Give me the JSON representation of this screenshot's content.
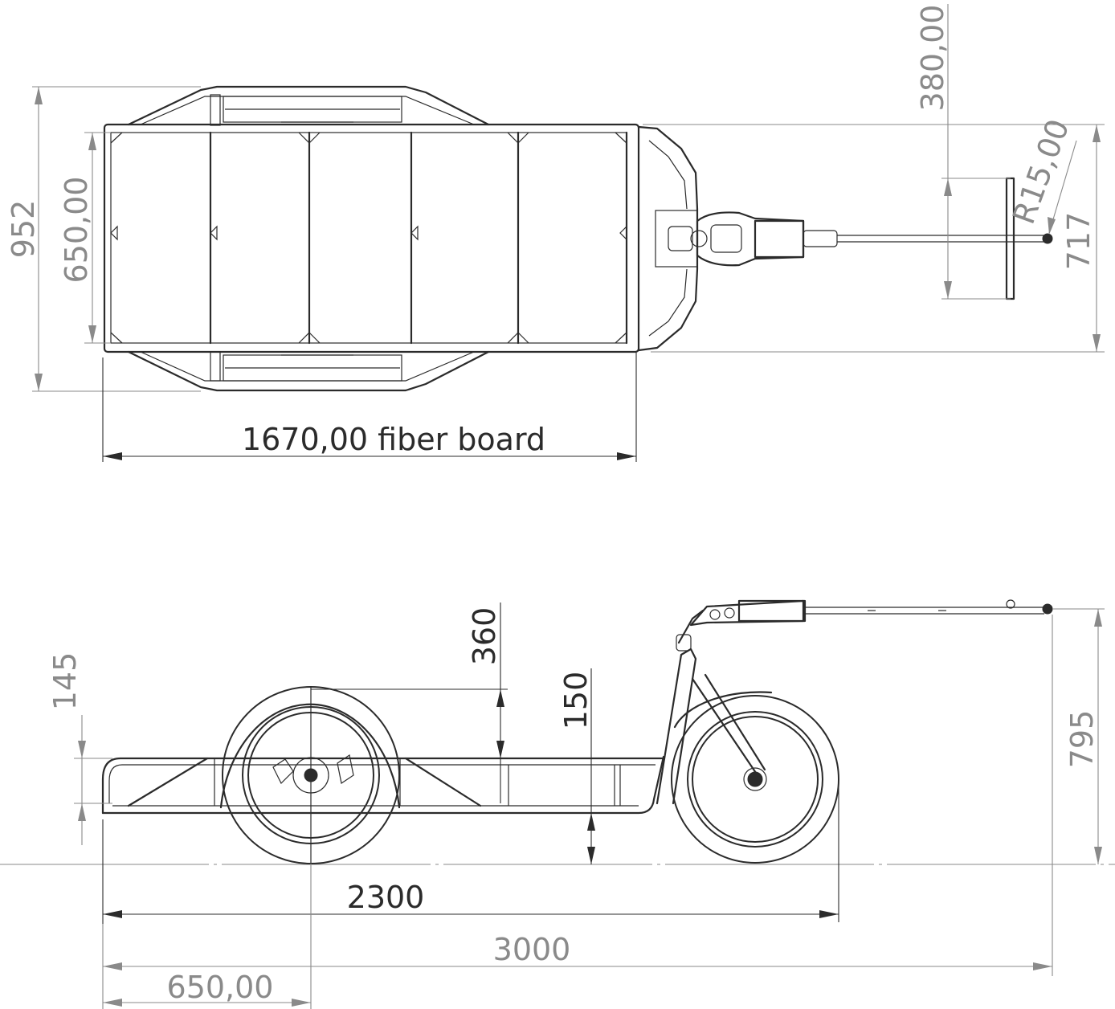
{
  "dimensions": {
    "total_width": "952",
    "inner_width": "650,00",
    "fiber_board_length": "1670,00 fiber board",
    "hitch_offset": "380,00",
    "hitch_radius": "R15,00",
    "hitch_height_top": "717",
    "frame_depth": "145",
    "wheel_above_frame": "360",
    "ground_clearance": "150",
    "hitch_height_side": "795",
    "wheelbase": "2300",
    "total_length": "3000",
    "axle_from_rear": "650,00"
  }
}
